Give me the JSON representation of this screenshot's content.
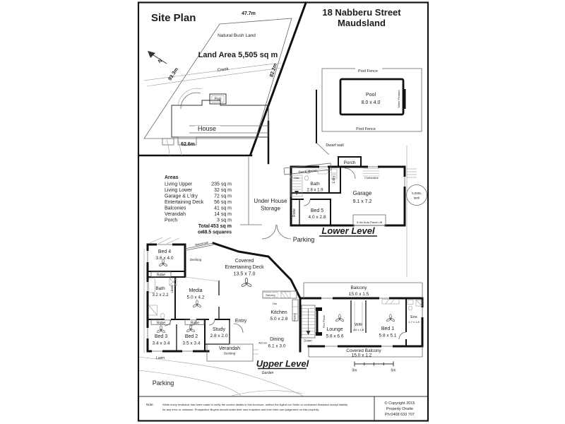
{
  "header": {
    "site_plan_heading": "Site Plan",
    "address_line1": "18 Nabberu Street",
    "address_line2": "Maudsland"
  },
  "site_plan": {
    "dim_top": "47.7m",
    "dim_left": "93.3m",
    "dim_right": "82.2m",
    "dim_bottom": "62.6m",
    "natural_bush": "Natural Bush Land",
    "land_area": "Land Area  5,505 sq m",
    "creek": "Creek",
    "north": "N",
    "house": "House",
    "pool": "Pool"
  },
  "pool_section": {
    "fence_top": "Pool Fence",
    "fence_bottom": "Pool Fence",
    "pool_name": "Pool",
    "pool_dim": "8.0 x 4.0",
    "water_feature": "Water Feature",
    "dwarf_wall": "Dwarf wall"
  },
  "areas_table": {
    "heading": "Areas",
    "rows": [
      {
        "label": "Living Upper",
        "value": "235 sq m"
      },
      {
        "label": "Living Lower",
        "value": "32 sq m"
      },
      {
        "label": "Garage & L'dry",
        "value": "72 sq m"
      },
      {
        "label": "Entertaining Deck",
        "value": "56 sq m"
      },
      {
        "label": "Balconies",
        "value": "41 sq m"
      },
      {
        "label": "Verandah",
        "value": "14 sq m"
      },
      {
        "label": "Porch",
        "value": "3 sq m"
      }
    ],
    "total_label": "Total",
    "total_value": "453 sq m",
    "alt_label": "or",
    "alt_value": "48.5 squares"
  },
  "lower_level": {
    "title": "Lower Level",
    "porch": "Porch",
    "deck_above": "Deck above",
    "gas": "Gas",
    "clothesline": "Clothesline",
    "bath_name": "Bath",
    "bath_dim": "2.8 x 1.9",
    "laundry": "L'dry",
    "garage_name": "Garage",
    "garage_dim": "9.1 x 7.2",
    "robe": "Robe",
    "bed5_name": "Bed 5",
    "bed5_dim": "4.0 x 2.8",
    "panel_lift": "5.3m Auto Panel Lift",
    "tank_line1": "5,000L",
    "tank_line2": "tank",
    "under_house_line1": "Under House",
    "under_house_line2": "Storage",
    "parking": "Parking"
  },
  "upper_level": {
    "title": "Upper Level",
    "bed4_name": "Bed 4",
    "bed4_dim": "3.6 x 4.0",
    "robe_bed4": "Robe",
    "bath_name": "Bath",
    "bath_dim": "3.2 x 2.2",
    "linen": "Linen",
    "media_name": "Media",
    "media_dim": "5.0 x 4.2",
    "decking_deck": "Decking",
    "balustrade": "Balustrade",
    "deck_line1": "Covered",
    "deck_line2": "Entertaining Deck",
    "deck_dim": "13.5 x 7.0",
    "robe_bed3": "Robe",
    "robe_bed2": "Robe",
    "bed3_name": "Bed 3",
    "bed3_dim": "3.4 x 3.4",
    "bed2_name": "Bed 2",
    "bed2_dim": "3.5 x 3.4",
    "study_name": "Study",
    "study_dim": "2.8 x 2.0",
    "entry": "Entry",
    "verandah": "Verandah",
    "verandah_decking": "Decking",
    "lawn": "Lawn",
    "alcove": "Alcove",
    "kitchen_name": "Kitchen",
    "kitchen_dim": "5.0 x 2.8",
    "servery": "Servery",
    "dw": "Dw",
    "pantry": "Pantry",
    "dining_name": "Dining",
    "dining_dim": "6.1 x 3.0",
    "balcony_name": "Balcony",
    "balcony_dim": "15.0 x 1.5",
    "lounge_name": "Lounge",
    "lounge_dim": "5.8 x 6.6",
    "fire_place": "Fire Place",
    "down": "Down",
    "wir_name": "WIR",
    "wir_dim": "4.8 x 1.8",
    "bed1_name": "Bed 1",
    "bed1_dim": "5.8 x 5.1",
    "ens_name": "Ens",
    "ens_dim": "1.7 x 1.8",
    "covered_balcony_name": "Covered Balcony",
    "covered_balcony_dim": "15.0 x 1.2",
    "garden": "Garden",
    "parking": "Parking"
  },
  "scale_bar": {
    "start": "0m",
    "end": "5m"
  },
  "footer": {
    "note_label": "Note:",
    "note_line1": "While every endeavor has been made to verify the correct details in this brochure, neither the Agent nor Seller or contracted illustrator accept liability",
    "note_line2": "for any error or omission. Prospective Buyers should make their own enquiries and form their own judgement on this property.",
    "copyright_line1": "© Copyright 2015",
    "copyright_line2": "Property Onsite",
    "copyright_line3": "Ph:0408 633 707"
  }
}
